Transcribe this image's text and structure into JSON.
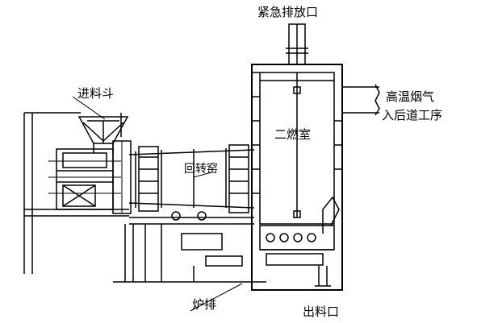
{
  "labels": {
    "emergency_vent": "紧急排放口",
    "feed_hopper": "进料斗",
    "high_temp_flue_gas_line1": "高温烟气",
    "high_temp_flue_gas_line2": "入后道工序",
    "secondary_chamber": "二燃室",
    "rotary_kiln": "回转窑",
    "furnace_grate": "炉排",
    "discharge_port": "出料口"
  }
}
